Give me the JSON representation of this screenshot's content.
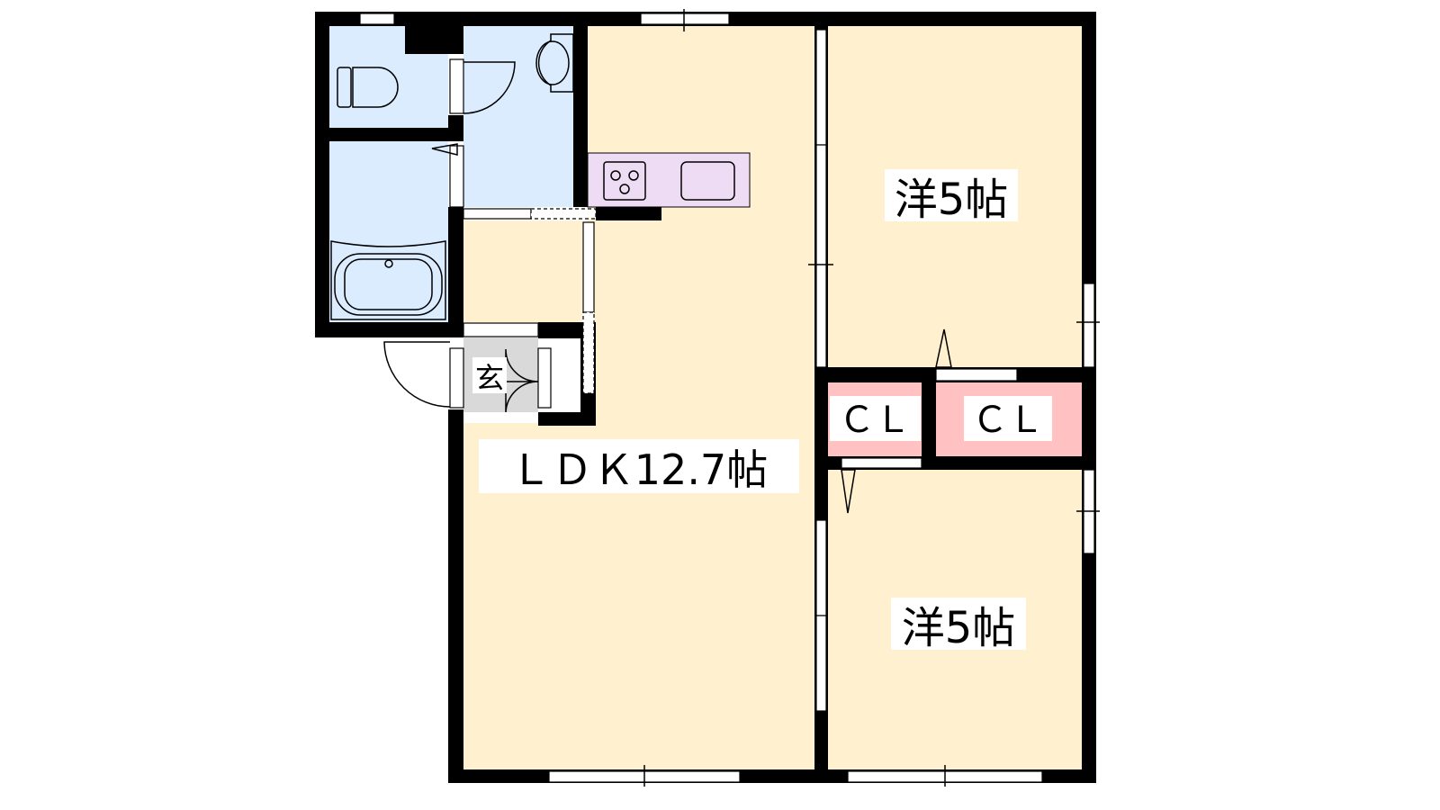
{
  "rooms": {
    "western_room_top": "洋5帖",
    "western_room_bottom": "洋5帖",
    "ldk": "ＬＤＫ12.7帖",
    "closet_left": "ＣＬ",
    "closet_right": "ＣＬ",
    "entrance": "玄"
  },
  "colors": {
    "living": "#fff1cf",
    "wet_area": "#dcecff",
    "closet": "#ffc1c1",
    "kitchen": "#eddcf3",
    "entrance": "#d9d9d9",
    "wall": "#000000"
  }
}
